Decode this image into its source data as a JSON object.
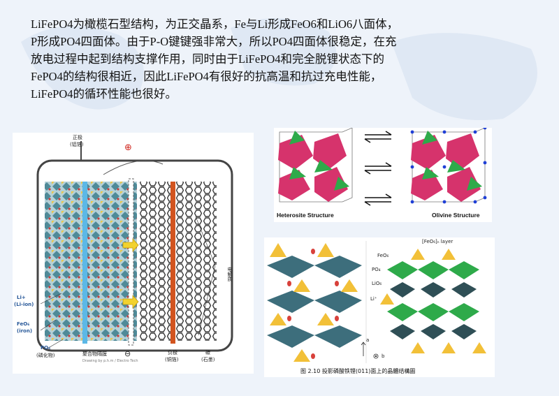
{
  "paragraph": {
    "lines": [
      "LiFePO4为橄榄石型结构，为正交晶系，Fe与Li形成FeO6和LiO6八面体，",
      "P形成PO4四面体。由于P-O键键强非常大，所以PO4四面体很稳定，在充",
      "放电过程中起到结构支撑作用，同时由于LiFePO4和完全脱锂状态下的",
      "FePO4的结构很相近，因此LiFePO4有很好的抗高温和抗过充电性能，",
      "LiFePO4的循环性能也很好。"
    ]
  },
  "battery": {
    "cathode_label": "正极",
    "cathode_sub": "(铝箔)",
    "plus_sign": "⊕",
    "minus_sign": "⊖",
    "li_label": "Li+",
    "li_sub": "(Li-ion)",
    "feo_label": "FeO₆",
    "feo_sub": "(iron)",
    "po_label": "PO₄",
    "po_sub": "(磷化物)",
    "separator_label": "聚合物隔膜",
    "anode_label": "负极",
    "anode_sub": "(铜箔)",
    "carbon_label": "碳",
    "carbon_sub": "(石墨)",
    "electrolyte_label": "电解质",
    "credit": "Drawing by p.h.m / Electro Tech"
  },
  "structures": {
    "left_caption": "Heterosite Structure",
    "right_caption": "Olivine Structure"
  },
  "crystal": {
    "feo6_label": "FeO₆",
    "layer_label": "[FeO₆]ₙ layer",
    "po4_label": "PO₄",
    "lio6_label": "LiO₆",
    "li_label": "Li⁺",
    "axis_a": "a",
    "axis_b": "b",
    "caption": "图 2.10 投影磷酸铁锂(011)面上的晶體结構圖"
  },
  "colors": {
    "cathode_blue": "#5cb8e6",
    "anode_orange": "#d2541f",
    "octa_teal": "#3d6e7c",
    "tetra_yellow": "#f2c038",
    "green_octa": "#2eaa4a",
    "pink_octa": "#d6336c"
  }
}
